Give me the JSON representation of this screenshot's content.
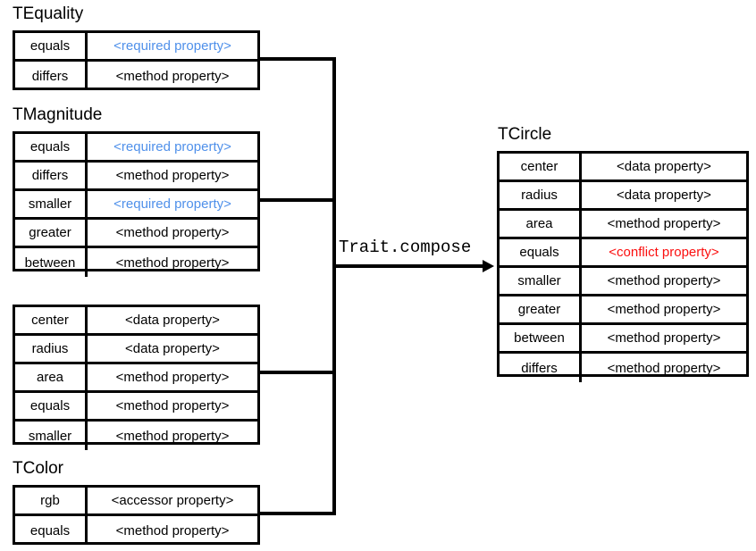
{
  "diagram": {
    "title_font_size": 19,
    "colors": {
      "required": "#4f90ea",
      "method": "#000000",
      "data": "#000000",
      "accessor": "#000000",
      "conflict": "#fb0f0f",
      "line": "#000000",
      "background": "#ffffff"
    },
    "compose_label": "Trait.compose",
    "values": {
      "required": "<required property>",
      "method": "<method property>",
      "data": "<data property>",
      "accessor": "<accessor property>",
      "conflict": "<conflict property>"
    },
    "traits": [
      {
        "id": "tequality",
        "title": "TEquality",
        "has_title": true,
        "rows": [
          {
            "name": "equals",
            "value": "<required property>",
            "kind": "required"
          },
          {
            "name": "differs",
            "value": "<method property>",
            "kind": "method"
          }
        ]
      },
      {
        "id": "tmagnitude",
        "title": "TMagnitude",
        "has_title": true,
        "rows": [
          {
            "name": "equals",
            "value": "<required property>",
            "kind": "required"
          },
          {
            "name": "differs",
            "value": "<method property>",
            "kind": "method"
          },
          {
            "name": "smaller",
            "value": "<required property>",
            "kind": "required"
          },
          {
            "name": "greater",
            "value": "<method property>",
            "kind": "method"
          },
          {
            "name": "between",
            "value": "<method property>",
            "kind": "method"
          }
        ]
      },
      {
        "id": "tcircle-source",
        "title": "",
        "has_title": false,
        "rows": [
          {
            "name": "center",
            "value": "<data property>",
            "kind": "data"
          },
          {
            "name": "radius",
            "value": "<data property>",
            "kind": "data"
          },
          {
            "name": "area",
            "value": "<method property>",
            "kind": "method"
          },
          {
            "name": "equals",
            "value": "<method property>",
            "kind": "method"
          },
          {
            "name": "smaller",
            "value": "<method property>",
            "kind": "method"
          }
        ]
      },
      {
        "id": "tcolor",
        "title": "TColor",
        "has_title": true,
        "rows": [
          {
            "name": "rgb",
            "value": "<accessor property>",
            "kind": "accessor"
          },
          {
            "name": "equals",
            "value": "<method property>",
            "kind": "method"
          }
        ]
      }
    ],
    "result": {
      "id": "tcircle",
      "title": "TCircle",
      "has_title": true,
      "rows": [
        {
          "name": "center",
          "value": "<data property>",
          "kind": "data"
        },
        {
          "name": "radius",
          "value": "<data property>",
          "kind": "data"
        },
        {
          "name": "area",
          "value": "<method property>",
          "kind": "method"
        },
        {
          "name": "equals",
          "value": "<conflict property>",
          "kind": "conflict"
        },
        {
          "name": "smaller",
          "value": "<method property>",
          "kind": "method"
        },
        {
          "name": "greater",
          "value": "<method property>",
          "kind": "method"
        },
        {
          "name": "between",
          "value": "<method property>",
          "kind": "method"
        },
        {
          "name": "differs",
          "value": "<method property>",
          "kind": "method"
        }
      ]
    }
  }
}
